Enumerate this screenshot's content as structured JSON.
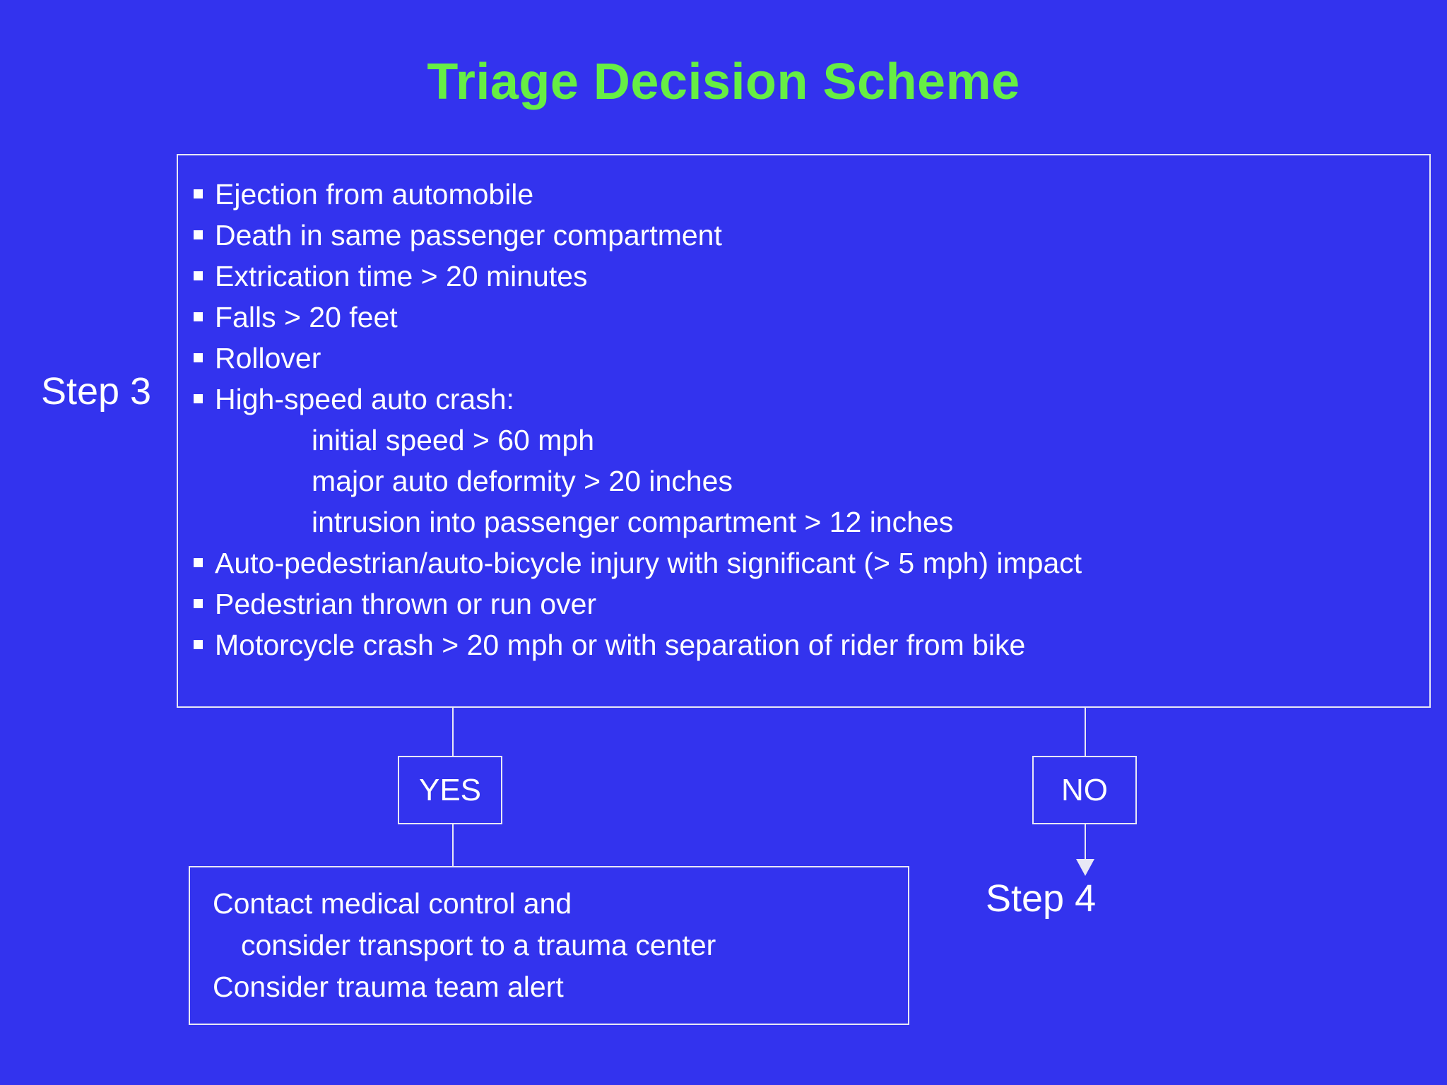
{
  "slide": {
    "title": "Triage Decision Scheme",
    "background_color": "#3333ee",
    "title_color": "#66ee44",
    "text_color": "#ffffff",
    "line_color": "#e8e8f5"
  },
  "step_label_left": "Step 3",
  "step_label_next": "Step 4",
  "criteria": [
    {
      "level": "bullet",
      "text": "Ejection from automobile"
    },
    {
      "level": "bullet",
      "text": "Death in same passenger compartment"
    },
    {
      "level": "bullet",
      "text": "Extrication time > 20 minutes"
    },
    {
      "level": "bullet",
      "text": "Falls > 20 feet"
    },
    {
      "level": "bullet",
      "text": "Rollover"
    },
    {
      "level": "bullet",
      "text": "High-speed auto crash:"
    },
    {
      "level": "sub",
      "text": "initial speed > 60 mph"
    },
    {
      "level": "sub",
      "text": "major auto deformity > 20 inches"
    },
    {
      "level": "sub",
      "text": "intrusion into passenger compartment > 12 inches"
    },
    {
      "level": "bullet",
      "text": "Auto-pedestrian/auto-bicycle injury with significant (> 5 mph) impact"
    },
    {
      "level": "bullet",
      "text": "Pedestrian thrown or run over"
    },
    {
      "level": "bullet",
      "text": "Motorcycle crash > 20 mph or with separation of rider from bike"
    }
  ],
  "decision": {
    "yes_label": "YES",
    "no_label": "NO"
  },
  "outcome": {
    "lines": [
      {
        "indent": false,
        "text": "Contact medical control and"
      },
      {
        "indent": true,
        "text": "consider transport to a trauma center"
      },
      {
        "indent": false,
        "text": "Consider trauma team alert"
      }
    ]
  }
}
